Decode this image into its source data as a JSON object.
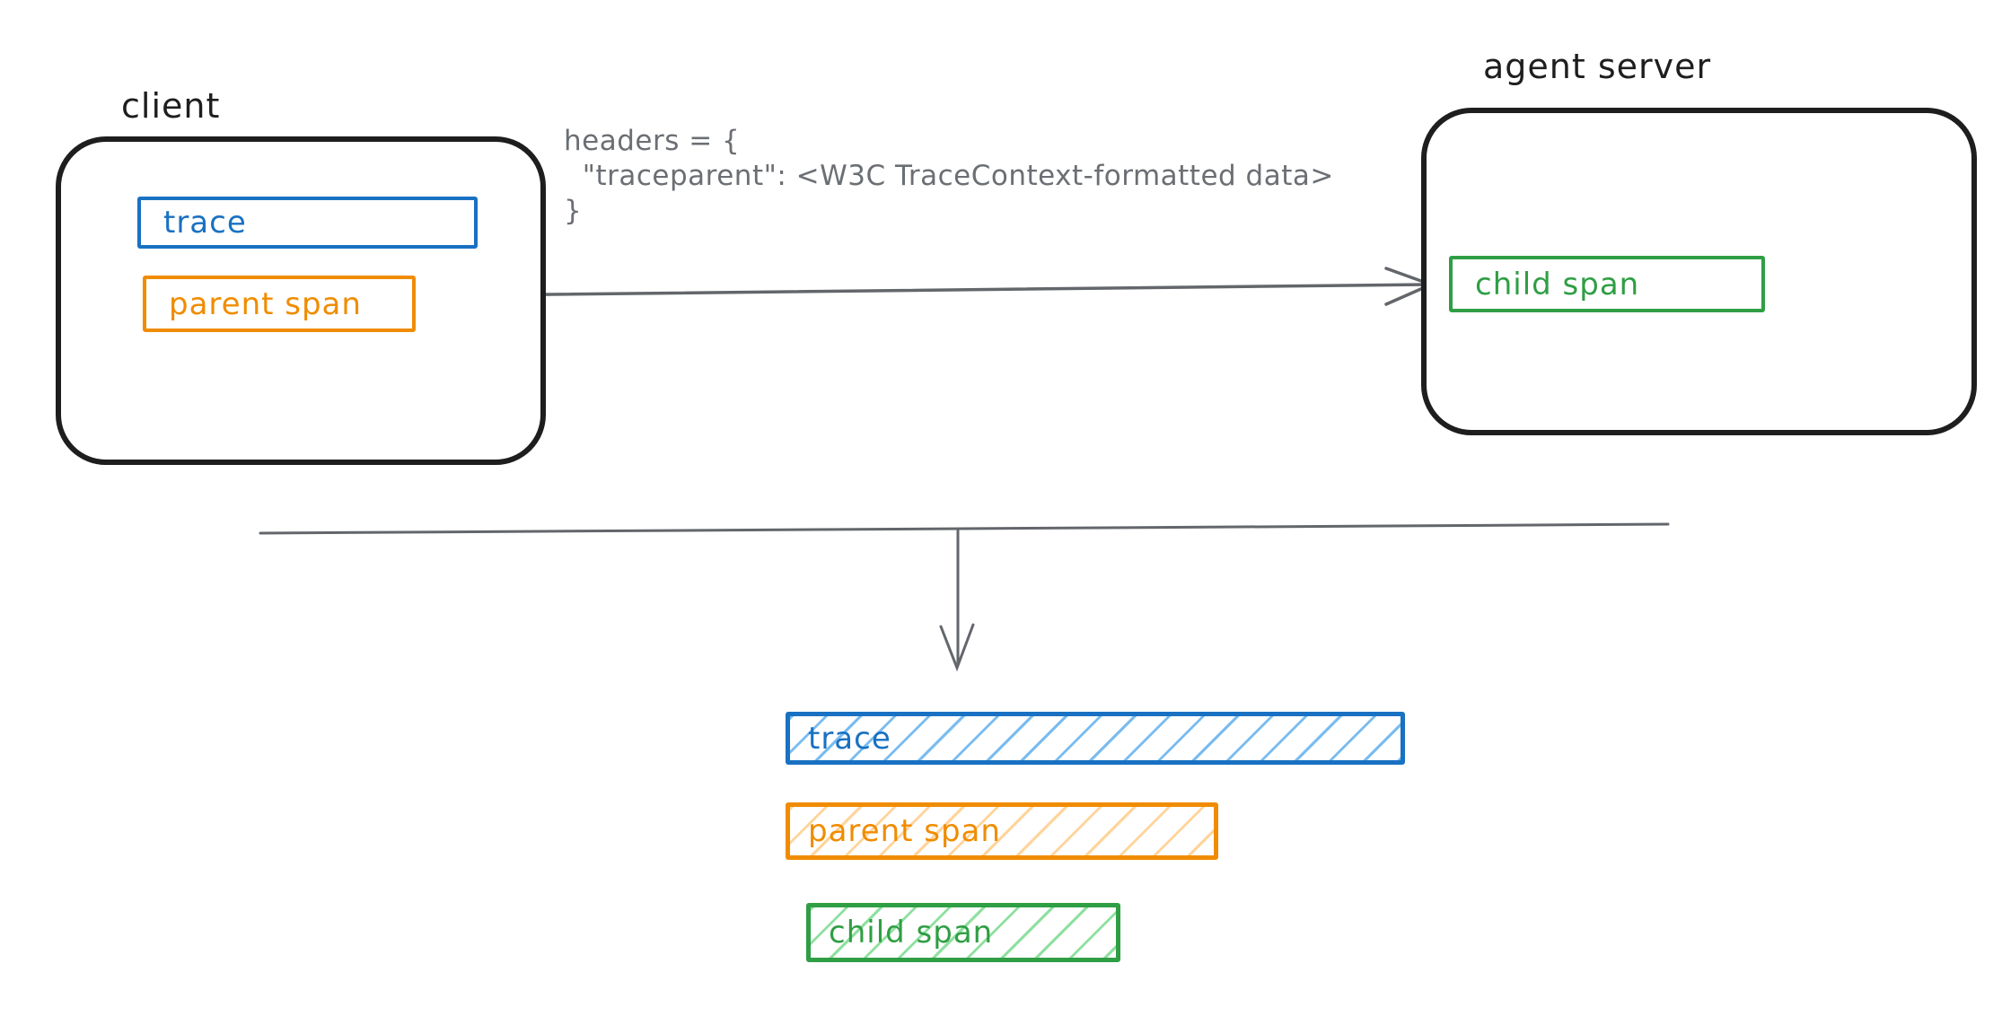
{
  "palette": {
    "black": "#1e1e1e",
    "blue": "#1971c2",
    "orange": "#f08c00",
    "green": "#2f9e44",
    "gray": "#6b6f74",
    "blue_hatch": "#79bcf1",
    "orange_hatch": "#ffd49b",
    "green_hatch": "#8fe0a0"
  },
  "client": {
    "title": "client",
    "trace": {
      "label": "trace"
    },
    "parent_span": {
      "label": "parent span"
    }
  },
  "request": {
    "code": "headers = {\n  \"traceparent\": <W3C TraceContext-formatted data>\n}"
  },
  "agent_server": {
    "title": "agent server",
    "child_span": {
      "label": "child span"
    }
  },
  "waterfall": {
    "trace": {
      "label": "trace"
    },
    "parent_span": {
      "label": "parent span"
    },
    "child_span": {
      "label": "child span"
    }
  }
}
